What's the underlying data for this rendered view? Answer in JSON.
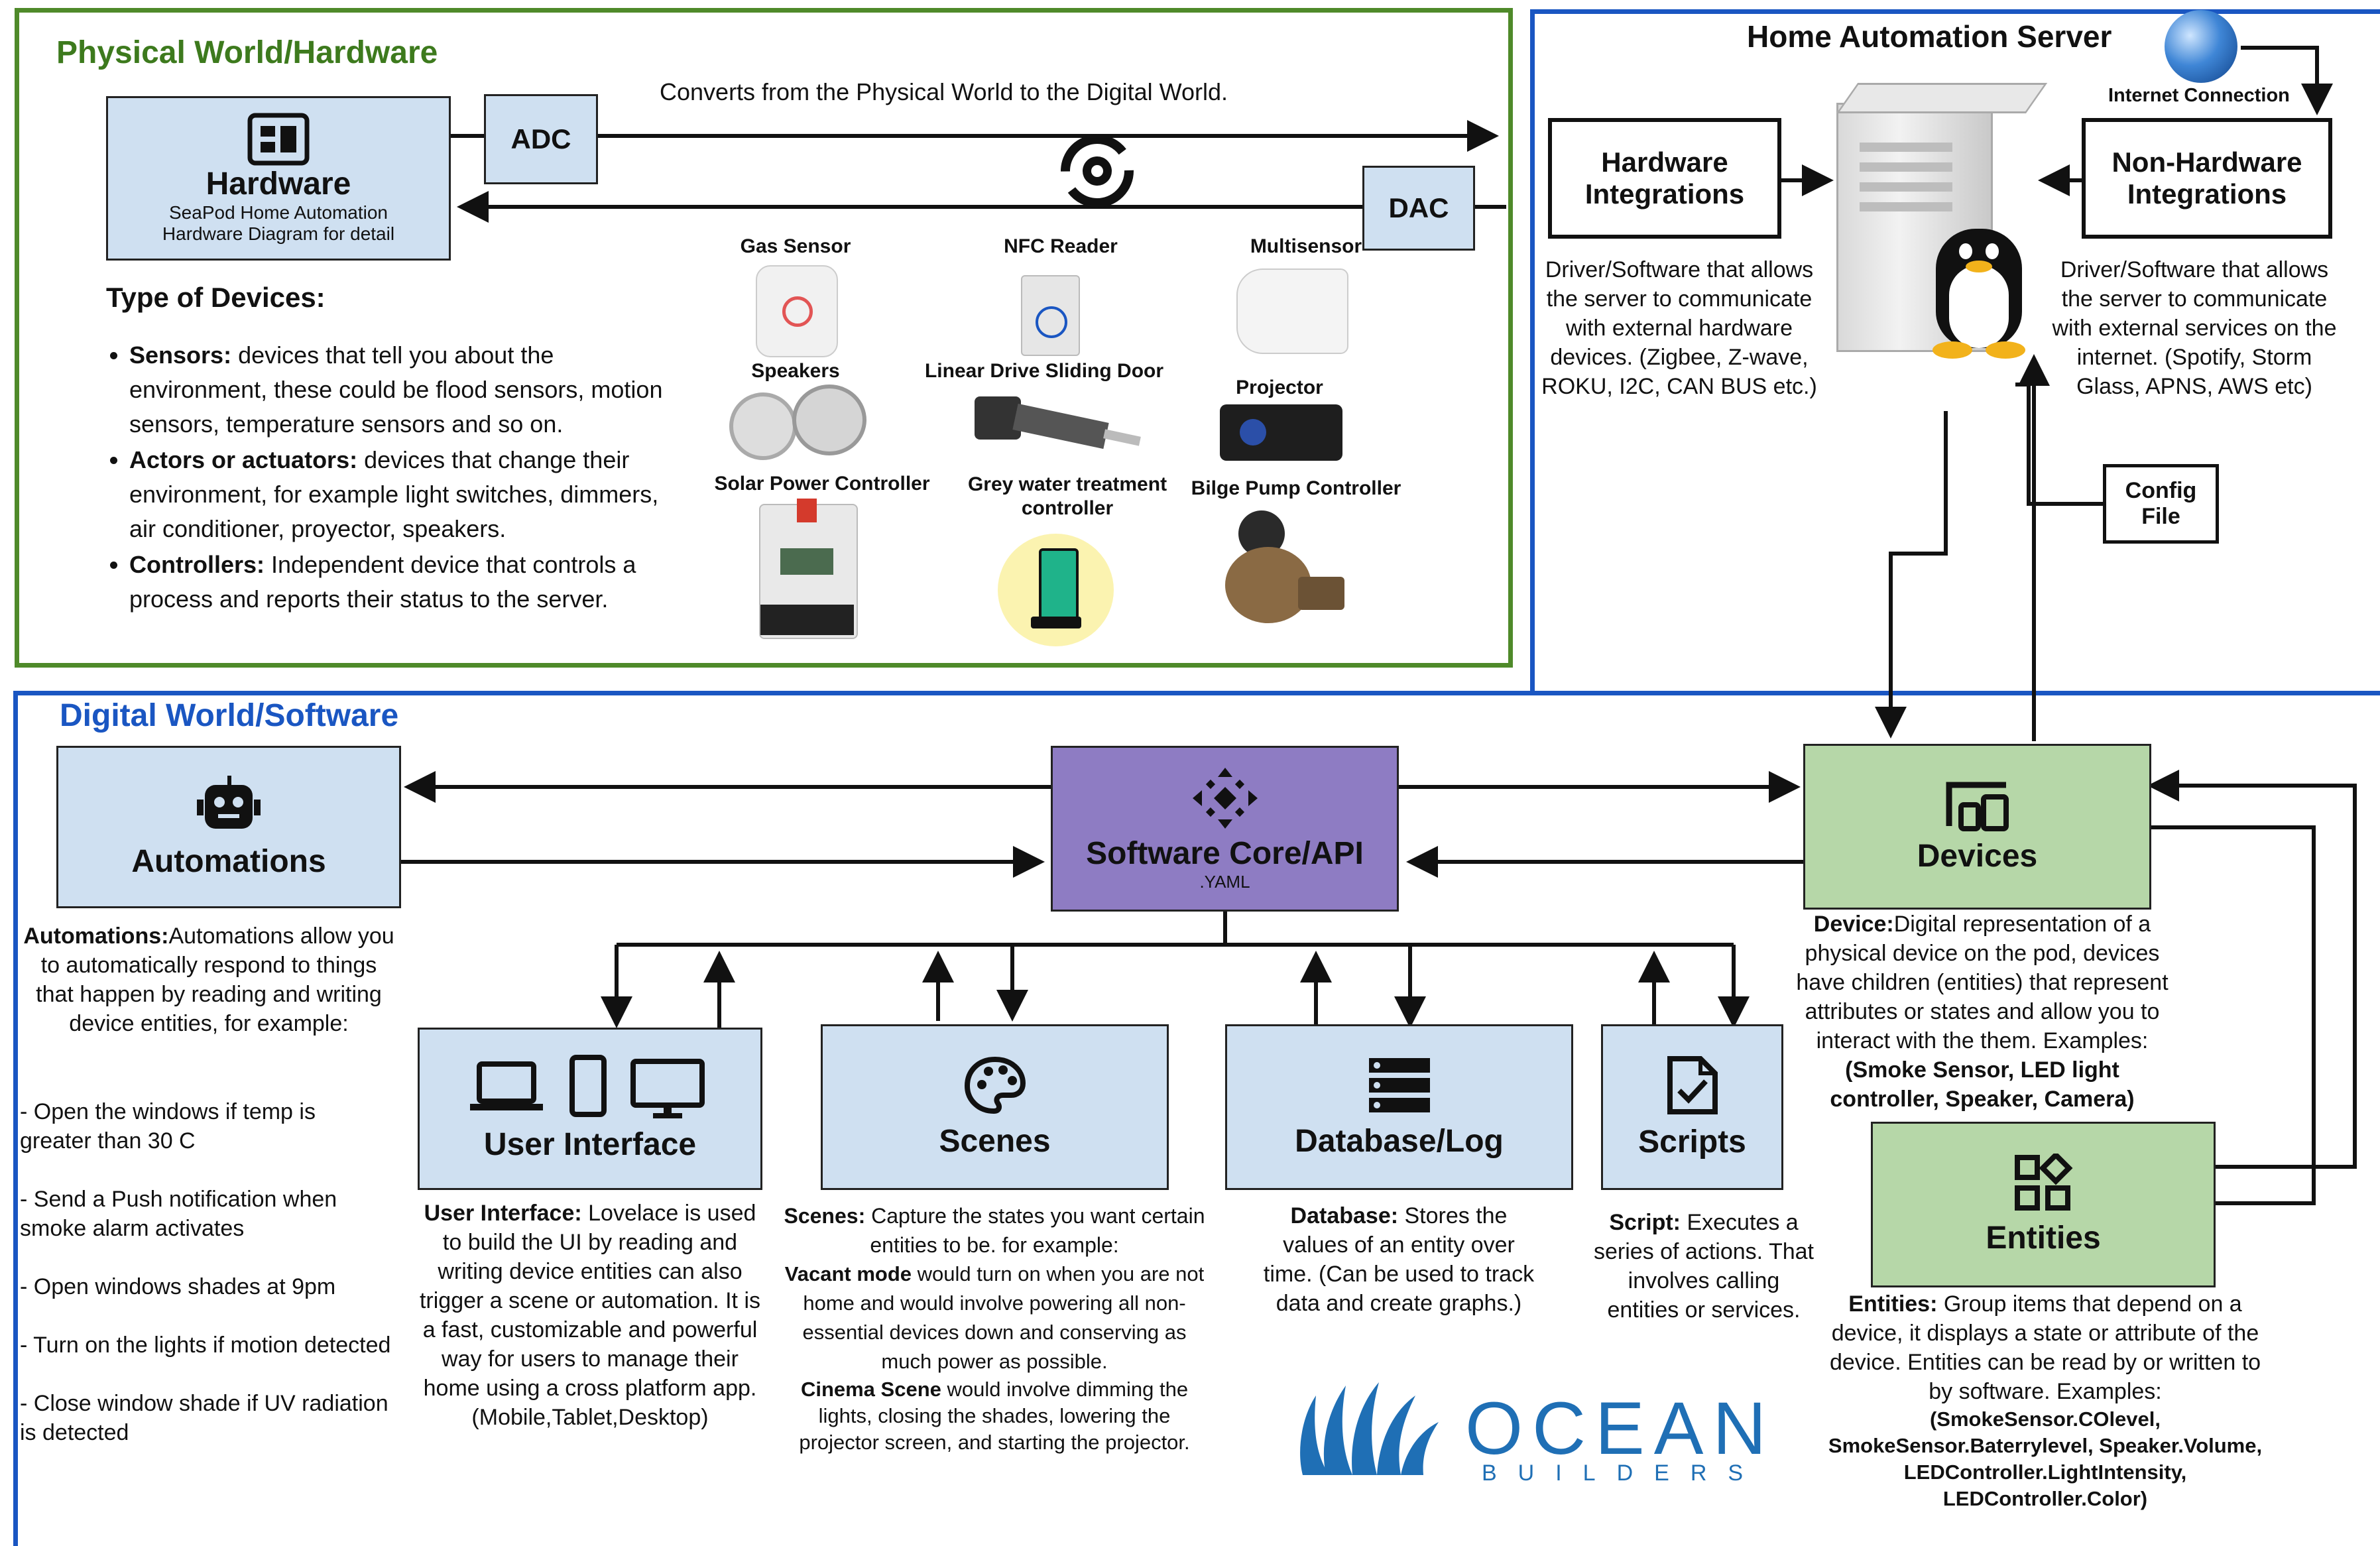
{
  "physical": {
    "title": "Physical World/Hardware",
    "converts_text": "Converts from the Physical World to the Digital World.",
    "hardware": {
      "title": "Hardware",
      "subtitle_1": "SeaPod Home Automation",
      "subtitle_2": "Hardware Diagram for detail"
    },
    "adc": "ADC",
    "dac": "DAC",
    "types_title": "Type of Devices:",
    "types": [
      {
        "term": "Sensors:",
        "text": " devices that tell you about the environment, these could be flood sensors, motion sensors, temperature sensors and so on."
      },
      {
        "term": "Actors or actuators:",
        "text": " devices that change their environment, for example light switches, dimmers, air conditioner, proyector, speakers."
      },
      {
        "term": "Controllers:",
        "text": " Independent device that controls a process and reports their status to the server."
      }
    ],
    "devices": {
      "gas_sensor": "Gas Sensor",
      "nfc_reader": "NFC Reader",
      "multisensor": "Multisensor",
      "speakers": "Speakers",
      "linear_drive": "Linear Drive Sliding Door",
      "projector": "Projector",
      "solar": "Solar Power Controller",
      "grey_water_1": "Grey water treatment",
      "grey_water_2": "controller",
      "bilge": "Bilge Pump Controller"
    }
  },
  "server": {
    "title": "Home Automation Server",
    "internet": "Internet Connection",
    "hw_integrations_1": "Hardware",
    "hw_integrations_2": "Integrations",
    "nonhw_integrations_1": "Non-Hardware",
    "nonhw_integrations_2": "Integrations",
    "hw_desc": "Driver/Software that allows the server to communicate with external hardware devices. (Zigbee, Z-wave, ROKU, I2C, CAN BUS etc.)",
    "nonhw_desc": "Driver/Software that allows the server to communicate with external services on the internet. (Spotify, Storm Glass, APNS, AWS etc)",
    "config_1": "Config",
    "config_2": "File"
  },
  "digital": {
    "title": "Digital World/Software",
    "automations": {
      "title": "Automations",
      "desc_term": "Automations:",
      "desc": "Automations allow you to automatically respond to things that happen by reading and writing device entities, for example:",
      "examples": [
        "- Open the windows if temp is greater than 30 C",
        "- Send a Push notification when smoke alarm activates",
        "- Open windows shades at 9pm",
        "- Turn on the lights if motion detected",
        "- Close window shade if UV radiation is detected"
      ]
    },
    "core": {
      "title": "Software Core/API",
      "subtitle": ".YAML"
    },
    "devices": {
      "title": "Devices",
      "desc_term": "Device:",
      "desc": "Digital representation of a physical device on the pod, devices have children (entities) that represent attributes or states and allow you to interact with the them. Examples: ",
      "examples": "(Smoke Sensor, LED light controller, Speaker, Camera)"
    },
    "entities": {
      "title": "Entities",
      "desc_term": "Entities:",
      "desc": " Group items that depend on a device, it displays a state or attribute of the device. Entities can be read by or written to by software. Examples:",
      "examples": "(SmokeSensor.COlevel, SmokeSensor.Baterrylevel, Speaker.Volume, LEDController.LightIntensity, LEDController.Color)"
    },
    "ui": {
      "title": "User Interface",
      "desc_term": "User Interface:",
      "desc": " Lovelace is used to build the UI by reading and writing device entities can also trigger a scene or automation. It is a fast, customizable and powerful way for users to manage their home using a cross platform app. (Mobile,Tablet,Desktop)"
    },
    "scenes": {
      "title": "Scenes",
      "desc_term": "Scenes:",
      "desc": " Capture the states you want certain entities to be. for example:",
      "vacant_term": "Vacant mode",
      "vacant": " would turn on when you are not home and would involve powering all non-essential devices down and conserving as much power as possible.",
      "cinema_term": "Cinema Scene",
      "cinema": " would involve dimming the lights, closing the shades, lowering the projector screen, and starting the projector."
    },
    "database": {
      "title": "Database/Log",
      "desc_term": "Database:",
      "desc": " Stores the values of an entity over time. (Can be used to track data and create graphs.)"
    },
    "scripts": {
      "title": "Scripts",
      "desc_term": "Script:",
      "desc": " Executes a series of actions. That involves calling entities or services."
    },
    "logo": {
      "word": "OCEAN",
      "sub": "BUILDERS"
    }
  },
  "colors": {
    "green_border": "#4f8a2a",
    "blue_border": "#1a56c2",
    "box_blue": "#cfe0f1",
    "box_green": "#b6d7a8",
    "box_purple": "#8e7cc3",
    "logo_blue": "#1f6fb5"
  }
}
